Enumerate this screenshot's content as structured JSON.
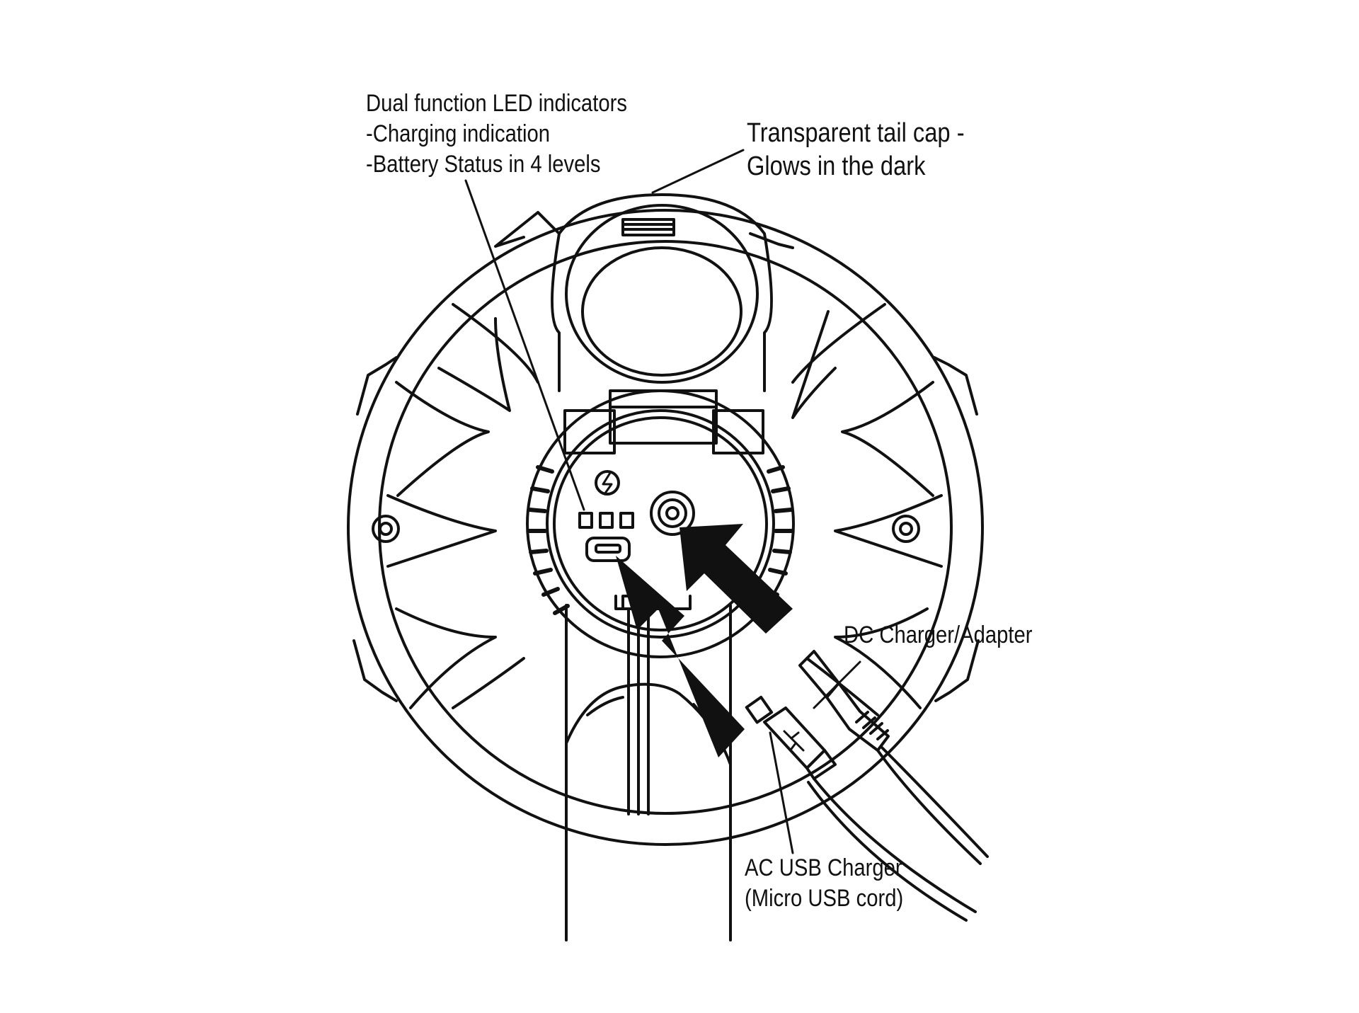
{
  "labels": {
    "led_indicators": {
      "title": "Dual function LED indicators",
      "line1": "-Charging indication",
      "line2": "-Battery Status in 4 levels"
    },
    "tail_cap": {
      "line1": "Transparent tail cap -",
      "line2": "Glows in the dark"
    },
    "dc_charger": "DC Charger/Adapter",
    "usb_charger": {
      "line1": "AC USB Charger",
      "line2": "(Micro USB cord)"
    }
  },
  "icons": [
    "charging-bolt-icon",
    "usb-trident-icon"
  ],
  "colors": {
    "ink": "#111111",
    "background": "#ffffff"
  }
}
